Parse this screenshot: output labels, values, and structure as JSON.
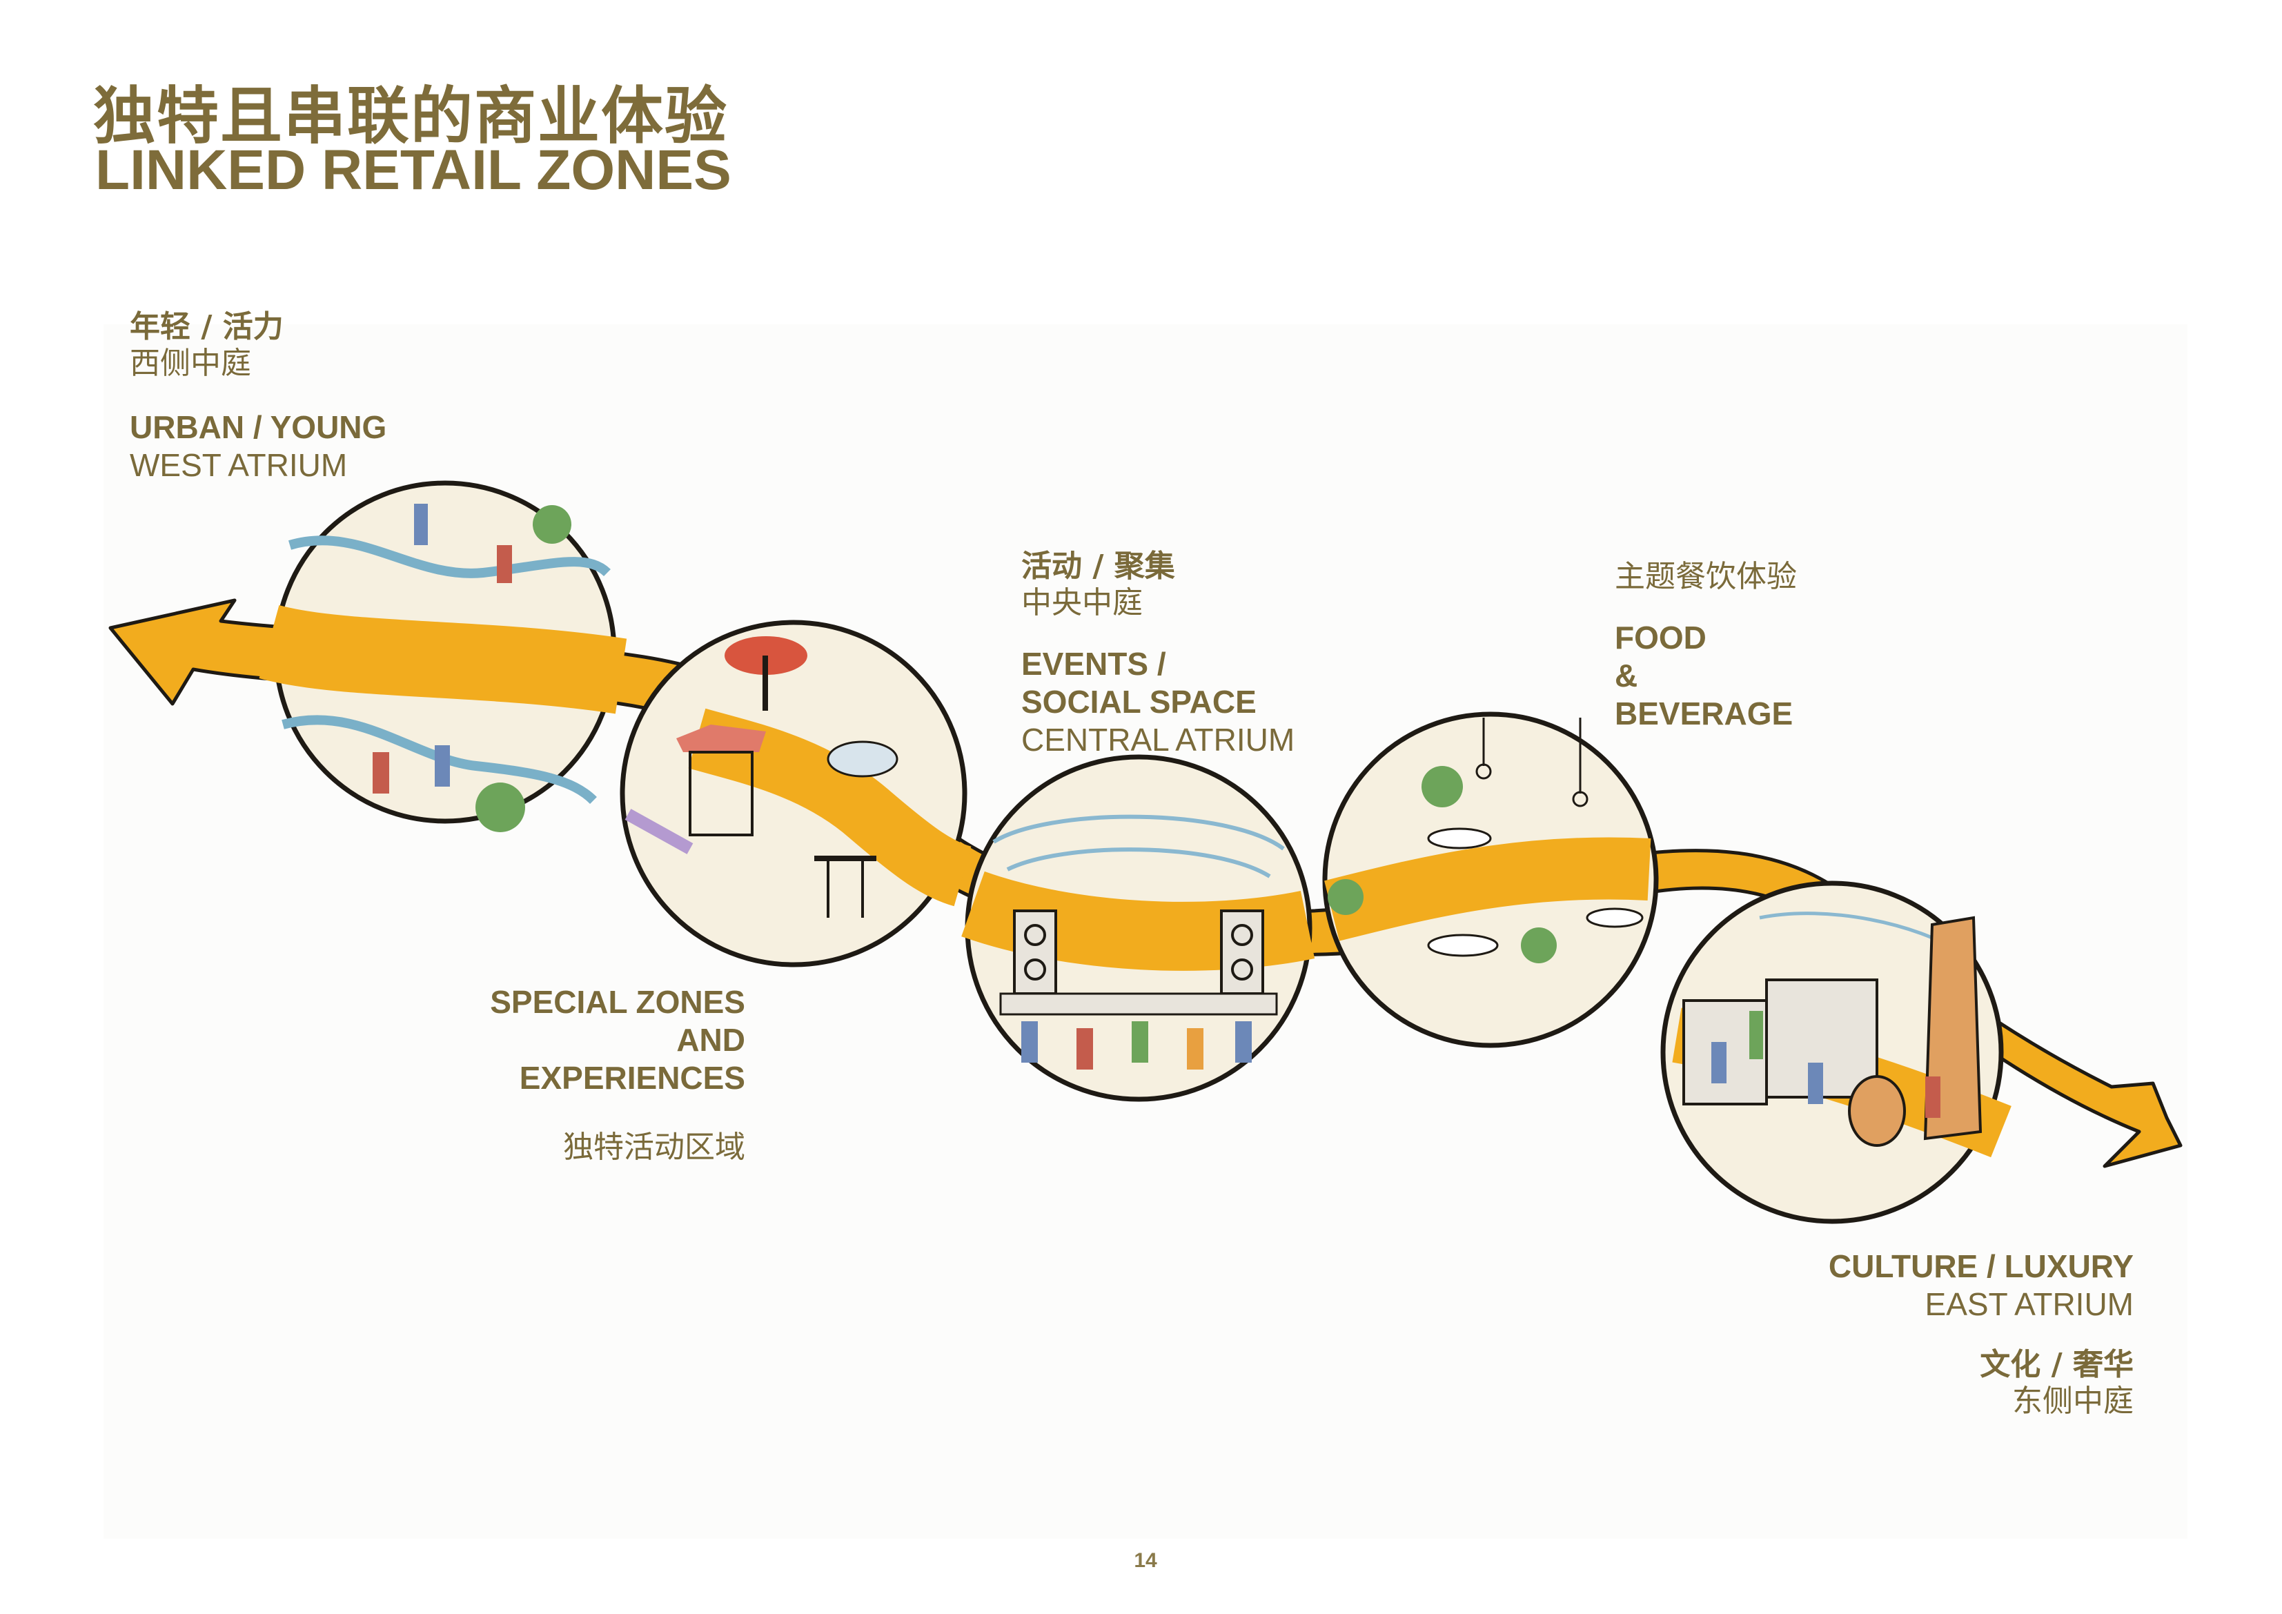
{
  "header": {
    "title_cn": "独特且串联的商业体验",
    "title_en": "LINKED RETAIL ZONES"
  },
  "zones": {
    "west": {
      "cn_bold": "年轻 / 活力",
      "cn_sub": "西侧中庭",
      "en_bold": "URBAN  / YOUNG",
      "en_sub": "WEST ATRIUM"
    },
    "special": {
      "en_line1": "SPECIAL ZONES",
      "en_line2": "AND",
      "en_line3": "EXPERIENCES",
      "cn": "独特活动区域"
    },
    "central": {
      "cn_bold": "活动 / 聚集",
      "cn_sub": "中央中庭",
      "en_line1": "EVENTS /",
      "en_line2": "SOCIAL SPACE",
      "en_sub": "CENTRAL ATRIUM"
    },
    "food": {
      "cn": "主题餐饮体验",
      "en_line1": "FOOD",
      "en_line2": "&",
      "en_line3": "BEVERAGE"
    },
    "east": {
      "en_bold": "CULTURE / LUXURY",
      "en_sub": "EAST ATRIUM",
      "cn_bold": "文化 / 奢华",
      "cn_sub": "东侧中庭"
    }
  },
  "colors": {
    "title": "#7e6c3a",
    "arrow": "#f2ac1e",
    "circle_fill": "#f6f0e0",
    "outline": "#1e1a14"
  },
  "footer": {
    "page_number": "14"
  }
}
